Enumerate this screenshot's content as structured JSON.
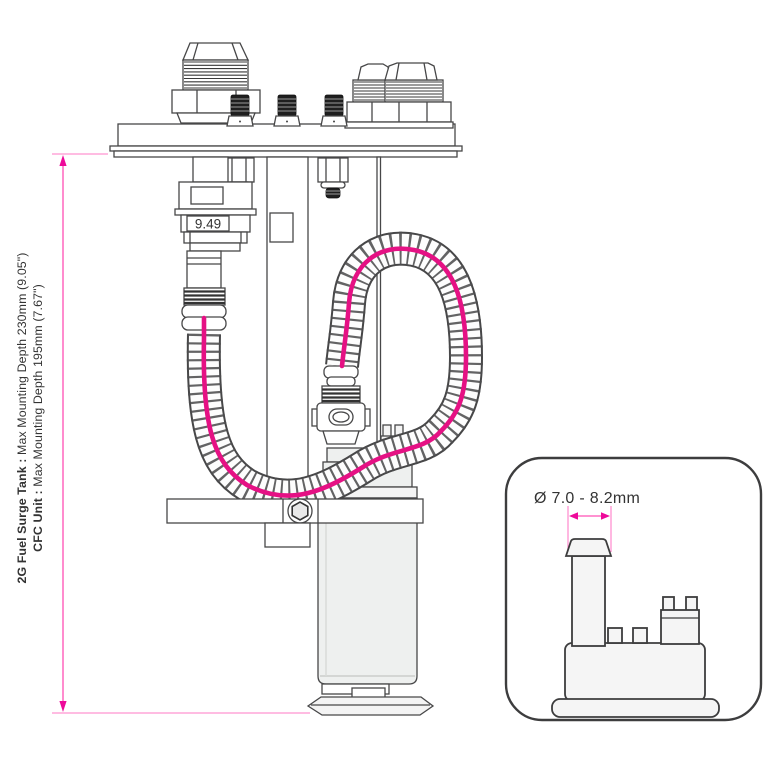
{
  "side_labels": {
    "line1_bold": "2G Fuel Surge Tank :",
    "line1_rest": " Max Mounting Depth 230mm (9.05\")",
    "line2_bold": "CFC Unit :",
    "line2_rest": " Max Mounting Depth 195mm (7.67\")"
  },
  "filter_label": {
    "value": "9.49"
  },
  "inset": {
    "dimension_label": "Ø 7.0 - 8.2mm"
  },
  "colors": {
    "hose_route": "#e51184",
    "dimension_line": "#ff6fc2",
    "dimension_arrow": "#ee0a9a",
    "outline": "#474748",
    "component_fill": "#eef0ef",
    "terminal_black": "#1f1f1f"
  }
}
